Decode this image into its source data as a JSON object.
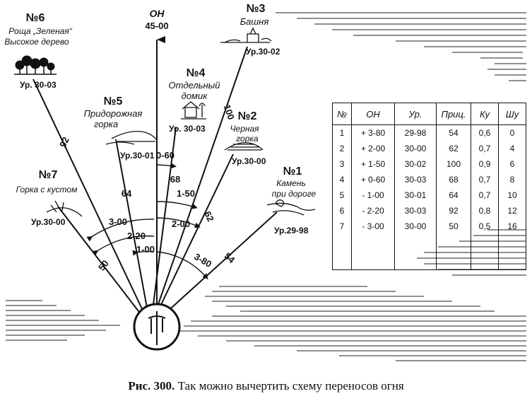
{
  "north": {
    "label": "ОН",
    "angle": "45-00"
  },
  "landmarks": [
    {
      "id": "6",
      "number": "№6",
      "name": [
        "Роща „Зеленая“",
        "Высокое дерево"
      ],
      "level": "Ур. 30-03"
    },
    {
      "id": "3",
      "number": "№3",
      "name": [
        "Башня"
      ],
      "level": "Ур.30-02"
    },
    {
      "id": "4",
      "number": "№4",
      "name": [
        "Отдельный",
        "домик"
      ],
      "level": "Ур. 30-03"
    },
    {
      "id": "5",
      "number": "№5",
      "name": [
        "Придорожная",
        "горка"
      ],
      "level": "Ур.30-01"
    },
    {
      "id": "2",
      "number": "№2",
      "name": [
        "Черная",
        "горка"
      ],
      "level": "Ур.30-00"
    },
    {
      "id": "7",
      "number": "№7",
      "name": [
        "Горка с кустом"
      ],
      "level": "Ур.30-00"
    },
    {
      "id": "1",
      "number": "№1",
      "name": [
        "Камень",
        "при дороге"
      ],
      "level": "Ур.29-98"
    }
  ],
  "ray_values": {
    "r6": "92",
    "r3": "100",
    "r4": "68",
    "r5": "64",
    "r2": "62",
    "r7": "50",
    "r1": "54"
  },
  "arc_labels": {
    "a7": "3-00",
    "a6": "2-20",
    "a5": "1-00",
    "a4": "0-60",
    "a3": "1-50",
    "a2": "2-00",
    "a1": "3-80"
  },
  "table": {
    "headers": [
      "№",
      "ОН",
      "Ур.",
      "Приц.",
      "Ку",
      "Шу"
    ],
    "rows": [
      [
        "1",
        "+ 3-80",
        "29-98",
        "54",
        "0,6",
        "0"
      ],
      [
        "2",
        "+ 2-00",
        "30-00",
        "62",
        "0,7",
        "4"
      ],
      [
        "3",
        "+ 1-50",
        "30-02",
        "100",
        "0,9",
        "6"
      ],
      [
        "4",
        "+ 0-60",
        "30-03",
        "68",
        "0,7",
        "8"
      ],
      [
        "5",
        "- 1-00",
        "30-01",
        "64",
        "0,7",
        "10"
      ],
      [
        "6",
        "- 2-20",
        "30-03",
        "92",
        "0,8",
        "12"
      ],
      [
        "7",
        "- 3-00",
        "30-00",
        "50",
        "0,5",
        "16"
      ]
    ]
  },
  "caption": {
    "prefix": "Рис. 300.",
    "text": "Так можно вычертить схему переносов огня"
  }
}
